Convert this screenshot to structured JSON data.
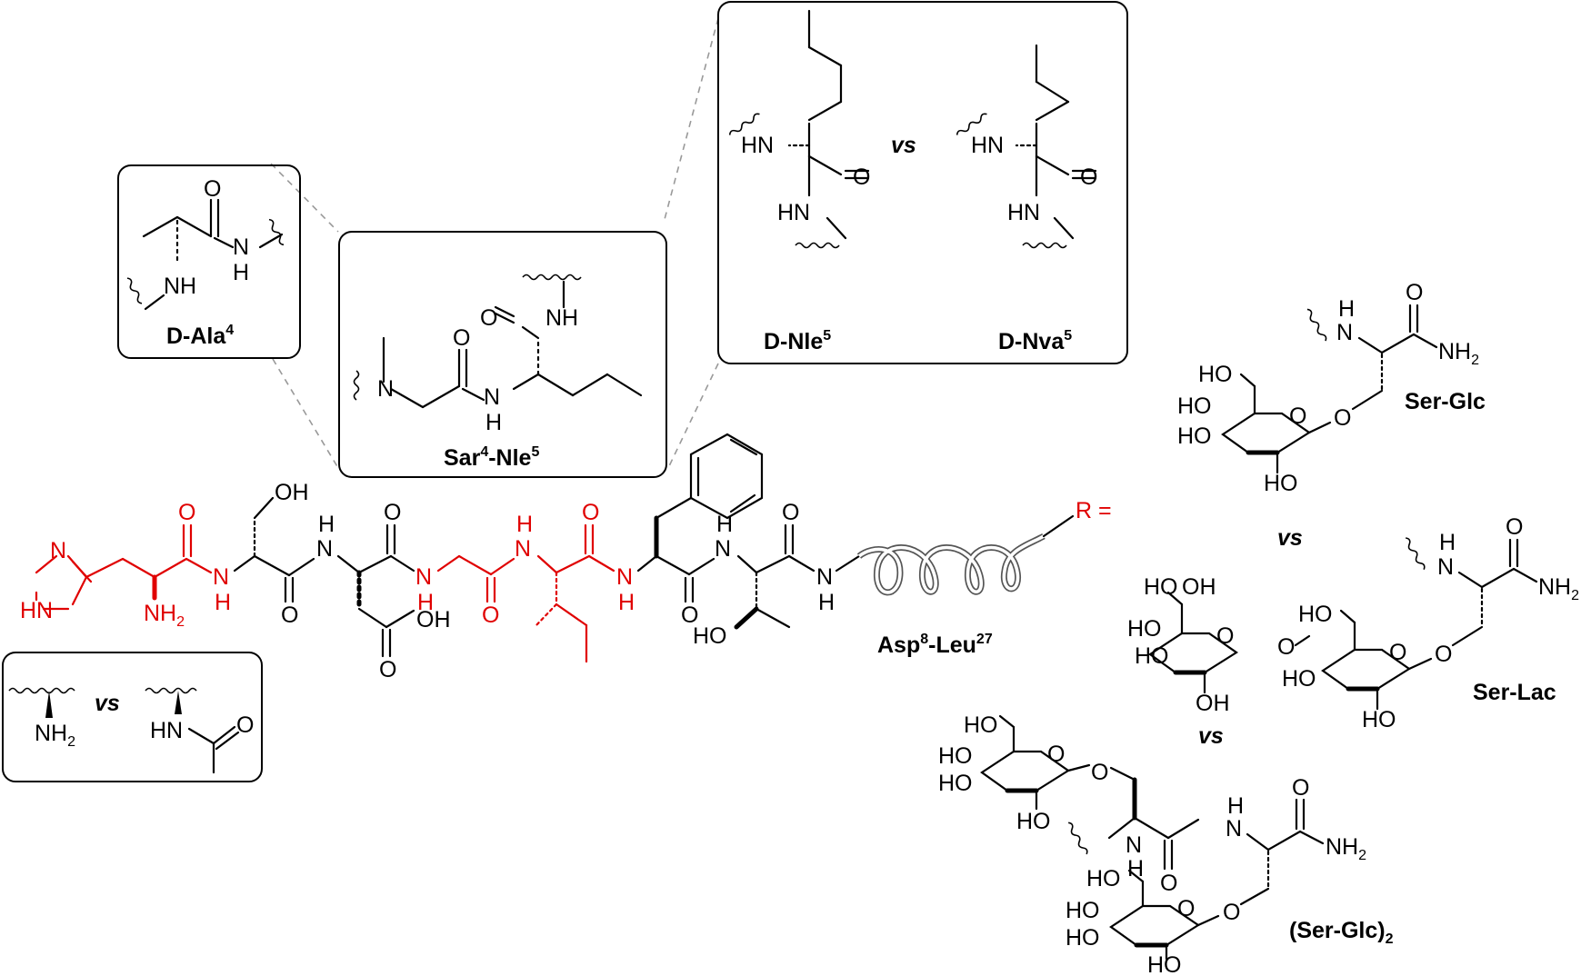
{
  "colors": {
    "bond": "#000000",
    "highlight": "#e00000",
    "frame": "#000000",
    "guide": "#999999"
  },
  "labels": {
    "d_ala4": "D-Ala",
    "d_ala4_sup": "4",
    "sar_nle": "Sar",
    "sar_sup": "4",
    "nle_part": "-Nle",
    "nle_sup": "5",
    "d_nle5": "D-Nle",
    "d_nle5_sup": "5",
    "d_nva5": "D-Nva",
    "d_nva5_sup": "5",
    "vs_top": "vs",
    "vs_ser1": "vs",
    "vs_ser2": "vs",
    "vs_nterm": "vs",
    "asp_leu": "Asp",
    "asp_sup": "8",
    "leu_part": "-Leu",
    "leu_sup": "27",
    "r_eq": "R =",
    "ser_glc": "Ser-Glc",
    "ser_lac": "Ser-Lac",
    "ser_glc2": "(Ser-Glc)",
    "ser_glc2_sub": "2"
  },
  "atoms": {
    "nh": "NH",
    "hn": "HN",
    "n": "N",
    "h": "H",
    "o": "O",
    "oh": "OH",
    "ho": "HO",
    "nh2": "NH",
    "sub2": "2"
  }
}
